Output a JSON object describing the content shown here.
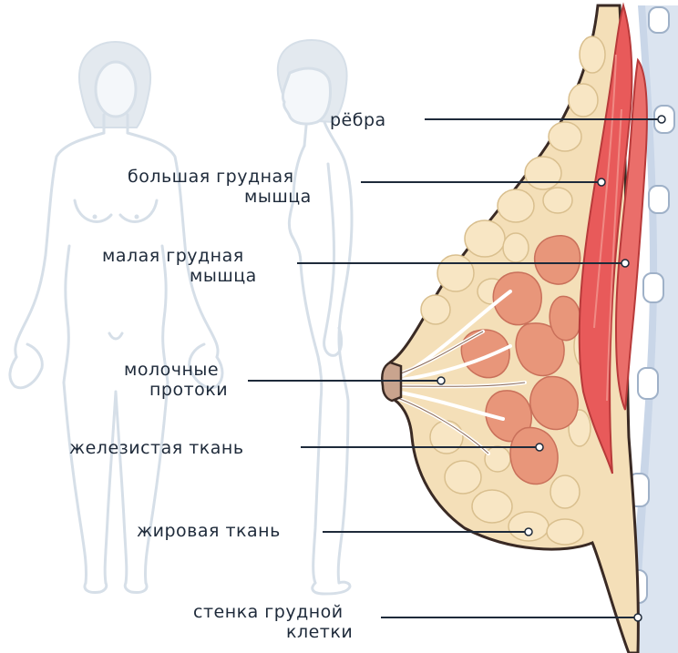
{
  "labels": {
    "ribs": "рёбра",
    "pectoralis_major_line1": "большая грудная",
    "pectoralis_major_line2": "мышца",
    "pectoralis_minor_line1": "малая грудная",
    "pectoralis_minor_line2": "мышца",
    "milk_ducts_line1": "молочные",
    "milk_ducts_line2": "протоки",
    "glandular_tissue": "железистая ткань",
    "fatty_tissue": "жировая ткань",
    "chest_wall_line1": "стенка грудной",
    "chest_wall_line2": "клетки"
  },
  "colors": {
    "text": "#1e2a3a",
    "silhouette": "#d6dfe8",
    "fat": "#f4dfb8",
    "fat_lobule_stroke": "#d9bf8e",
    "gland": "#e8967a",
    "gland_dark": "#c9705a",
    "muscle": "#e85a5a",
    "muscle_light": "#f08a84",
    "rib_wall": "#c9d6e8",
    "rib_bone": "#ffffff",
    "skin_outline": "#3a2a24"
  },
  "icons": {
    "front_figure": "female-front-silhouette",
    "side_figure": "female-side-silhouette"
  }
}
